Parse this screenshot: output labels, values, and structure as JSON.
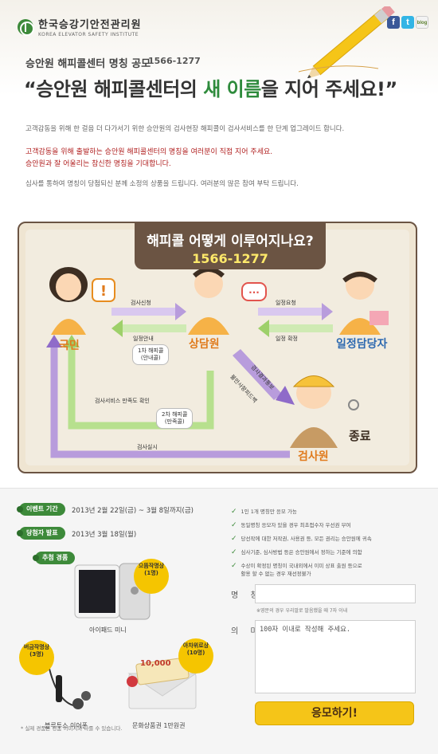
{
  "brand": {
    "name_kr": "한국승강기안전관리원",
    "name_en": "KOREA ELEVATOR SAFETY INSTITUTE"
  },
  "social": {
    "facebook": "f",
    "twitter": "t",
    "blog": "blog"
  },
  "header": {
    "subtitle": "승안원 해피콜센터 명칭 공모",
    "phone": "1566-1277",
    "title_prefix": "“승안원  해피콜센터의 ",
    "title_highlight": "새 이름",
    "title_suffix": "을 지어 주세요!”",
    "desc1": "고객감동을 위해 한 걸음 더 다가서기 위한 승안원의 검사현장 해피콜이 검사서비스를 한 단계 업그레이드 합니다.",
    "desc_red_1": "고객감동을 위해 출발하는 승안원 해피콜센터의 명칭을 여러분이 직접 지어 주세요.",
    "desc_red_2": "승안원과 잘 어울리는 참신한 명칭을 기대합니다.",
    "desc2": "심사를 통하여 명칭이 당첨되신 분께 소정의 상품을 드립니다. 여러분의 많은 참여 부탁 드립니다."
  },
  "process": {
    "question": "해피콜 어떻게 이루어지나요?",
    "phone": "1566-1277",
    "roles": {
      "citizen": "국민",
      "counselor": "상담원",
      "scheduler": "일정담당자",
      "inspector": "검사원",
      "end": "종료"
    },
    "labels": {
      "apply": "검사신청",
      "guide": "일정안내",
      "first_call": "1차 해피콜\n(안내콜)",
      "schedule_request": "일정요청",
      "schedule_confirm": "일정 확정",
      "result_notice": "검사결과통보",
      "feedback": "불만사항피드백",
      "satisfaction": "검사서비스 만족도 확인",
      "second_call": "2차 해피콜\n(만족콜)",
      "inspection": "검사실시"
    }
  },
  "event": {
    "period_label": "이벤트 기간",
    "period_value": "2013년 2월 22일(금) ~ 3월 8일까지(금)",
    "announce_label": "당첨자 발표",
    "announce_value": "2013년 3월 18일(월)",
    "prize_label": "추첨 경품",
    "prizes": [
      {
        "badge": "으뜸작명상\n(1명)",
        "name": "아이패드 미니"
      },
      {
        "badge": "버금작명상\n(3명)",
        "name": "블루투스 이어폰"
      },
      {
        "badge": "아차위로상\n(10명)",
        "name": "문화상품권 1만원권"
      }
    ],
    "gift_value": "10,000",
    "note": "* 실제 경품은 경품 이미지와 다를 수 있습니다."
  },
  "rules": [
    "1인 1개 명칭만 응모 가능",
    "동일명칭 응모자 있을 경우 최초접수자 우선권 부여",
    "당선작에 대한 저작권, 사용권 등, 모든 권리는 승안원에 귀속",
    "심사기준, 심사방법 등은 승안원에서 정하는 기준에 의함",
    "수상이 확정된 명칭이 국내외에서 이미 상표 출원 등으로\n활용 할 수 없는 경우 재선정불가"
  ],
  "form": {
    "name_label": "명 칭",
    "name_value": "",
    "name_hint": "※영문의 경우 우리말로 발음했을 때 7자 이내",
    "meaning_label": "의 미",
    "meaning_placeholder": "100자 이내로 작성해 주세요.",
    "submit": "응모하기!"
  },
  "colors": {
    "accent_green": "#3d8a3a",
    "frame_brown": "#6b5443",
    "highlight_red": "#b01e1e",
    "submit_yellow": "#f5c518"
  }
}
